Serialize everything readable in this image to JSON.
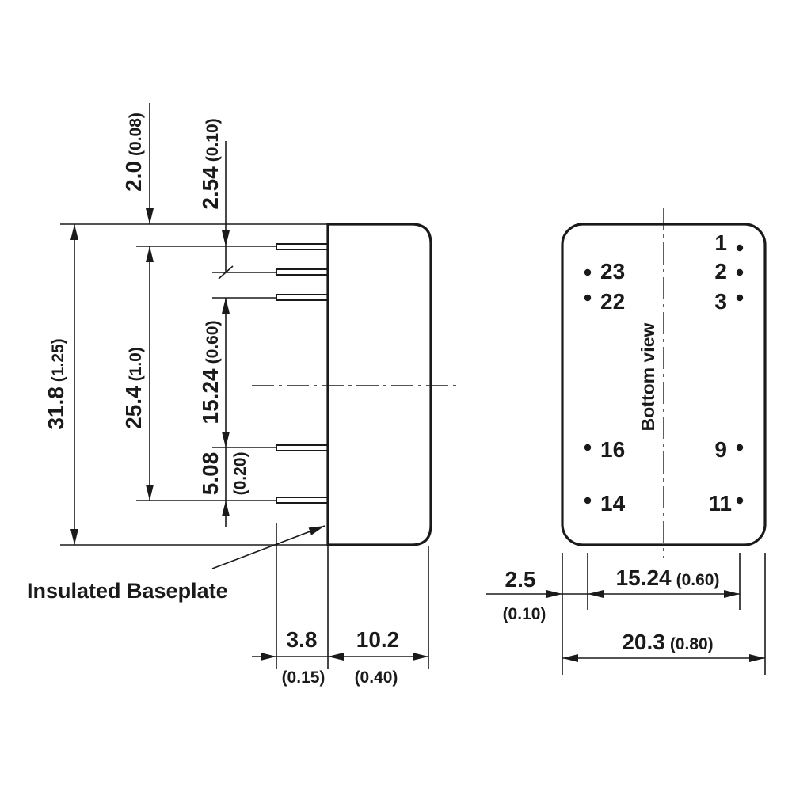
{
  "side_view": {
    "dim_top_offset": "2.0",
    "dim_top_offset_in": "(0.08)",
    "dim_pin_pitch": "2.54",
    "dim_pin_pitch_in": "(0.10)",
    "dim_height": "31.8",
    "dim_height_in": "(1.25)",
    "dim_pin_span": "25.4",
    "dim_pin_span_in": "(1.0)",
    "dim_inner_span": "15.24",
    "dim_inner_span_in": "(0.60)",
    "dim_lower_pitch": "5.08",
    "dim_lower_pitch_in": "(0.20)",
    "dim_pin_length": "3.8",
    "dim_pin_length_in": "(0.15)",
    "dim_body_depth": "10.2",
    "dim_body_depth_in": "(0.40)",
    "label_baseplate": "Insulated Baseplate"
  },
  "bottom_view": {
    "label": "Bottom view",
    "pins_left": [
      "23",
      "22",
      "16",
      "14"
    ],
    "pins_right": [
      "1",
      "2",
      "3",
      "9",
      "11"
    ],
    "dim_edge_offset": "2.5",
    "dim_edge_offset_in": "(0.10)",
    "dim_pin_row_span": "15.24",
    "dim_pin_row_span_in": "(0.60)",
    "dim_width": "20.3",
    "dim_width_in": "(0.80)"
  }
}
